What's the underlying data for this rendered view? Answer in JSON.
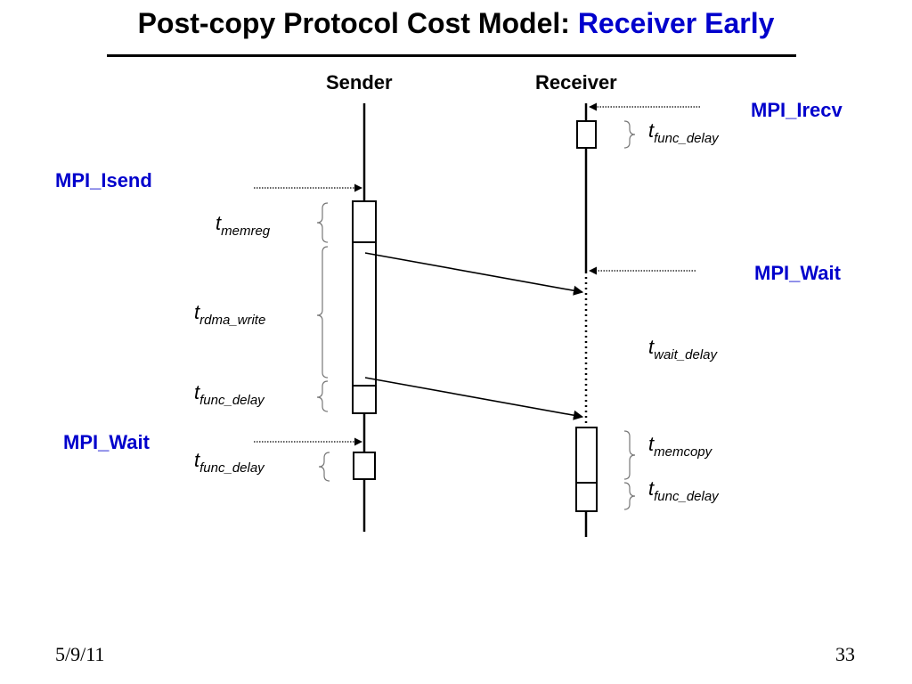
{
  "title": {
    "main": "Post-copy Protocol Cost Model: ",
    "highlight": "Receiver Early"
  },
  "lanes": {
    "sender": "Sender",
    "receiver": "Receiver"
  },
  "calls": {
    "mpi_irecv": "MPI_Irecv",
    "mpi_isend": "MPI_Isend",
    "mpi_wait_receiver": "MPI_Wait",
    "mpi_wait_sender": "MPI_Wait"
  },
  "terms": {
    "recv_func_delay_1": {
      "t": "t",
      "sub": "func_delay"
    },
    "memreg": {
      "t": "t",
      "sub": "memreg"
    },
    "rdma_write": {
      "t": "t",
      "sub": "rdma_write"
    },
    "send_func_delay_1": {
      "t": "t",
      "sub": "func_delay"
    },
    "wait_delay": {
      "t": "t",
      "sub": "wait_delay"
    },
    "send_func_delay_2": {
      "t": "t",
      "sub": "func_delay"
    },
    "memcopy": {
      "t": "t",
      "sub": "memcopy"
    },
    "recv_func_delay_2": {
      "t": "t",
      "sub": "func_delay"
    }
  },
  "footer": {
    "date": "5/9/11",
    "page": "33"
  },
  "colors": {
    "call": "#0000cc",
    "ink": "#000000"
  }
}
